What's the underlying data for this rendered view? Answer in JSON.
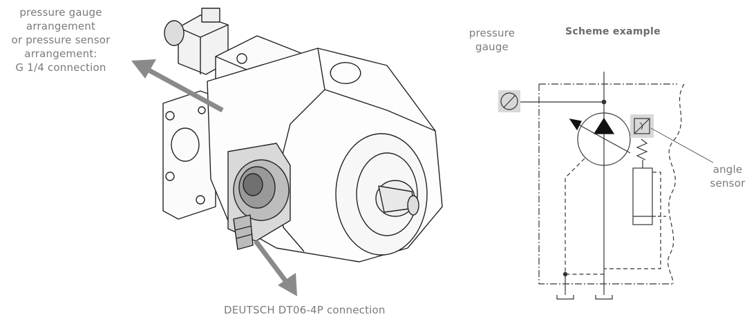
{
  "labels": {
    "gauge_arrangement": [
      "pressure gauge",
      "arrangement",
      "or pressure sensor",
      "arrangement:",
      "G 1/4 connection"
    ],
    "deutsch": "DEUTSCH DT06-4P connection",
    "pressure_gauge": [
      "pressure",
      "gauge"
    ],
    "scheme_title": "Scheme example",
    "angle_sensor": [
      "angle",
      "sensor"
    ]
  },
  "colors": {
    "label_text": "#7a7a7a",
    "arrow": "#8a8a8a",
    "line": "#333333",
    "sensor_box": "#d8d8d8"
  }
}
